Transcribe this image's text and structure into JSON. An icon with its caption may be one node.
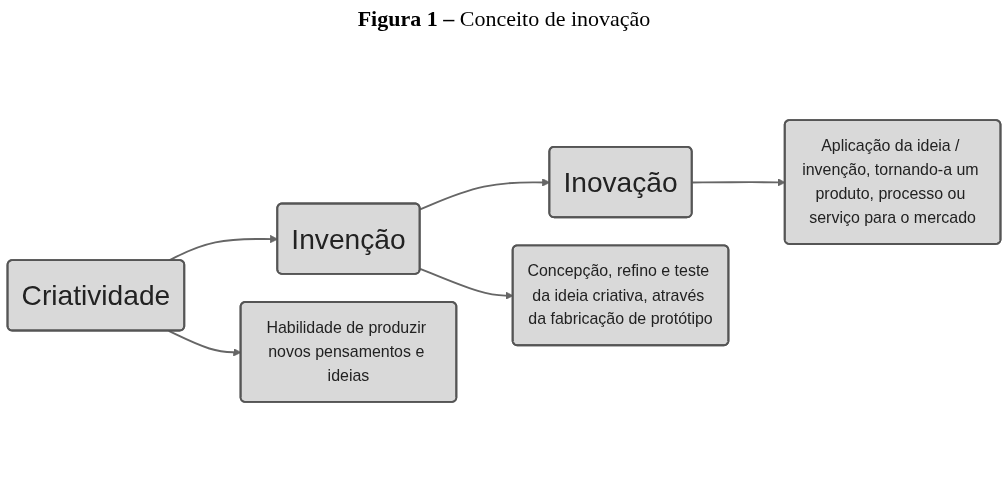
{
  "diagram": {
    "title": "**Figura 1 –** Conceito de inovação",
    "nodes": [
      {
        "text": [
          "Criatividade"
        ]
      },
      {
        "text": [
          "Invenção"
        ]
      },
      {
        "text": [
          "Inovação"
        ]
      },
      {
        "text": [
          "Habilidade de produzir novos pensamentos e ideias"
        ]
      },
      {
        "text": [
          "Concepção, refino e teste da ideia criativa, através da fabricação de protótipo"
        ]
      },
      {
        "text": [
          "Aplicação da ideia / invenção, tornando-a um produto, processo ou serviço para o mercado"
        ]
      }
    ],
    "edges": [
      {
        "from": 0,
        "to": 1,
        "arrow": "to"
      },
      {
        "from": 1,
        "to": 2,
        "arrow": "to"
      },
      {
        "from": 0,
        "to": 3,
        "arrow": "to"
      },
      {
        "from": 1,
        "to": 4,
        "arrow": "to"
      },
      {
        "from": 2,
        "to": 5,
        "arrow": "to"
      }
    ]
  }
}
